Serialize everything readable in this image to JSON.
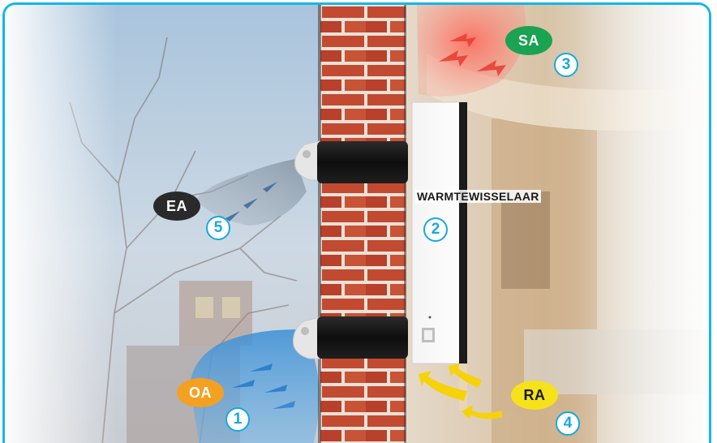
{
  "unit_label": "WARMTEWISSELAAR",
  "streams": [
    {
      "code": "OA",
      "number": "1",
      "color": "#f4a023",
      "text_color": "#ffffff"
    },
    {
      "code": "SA",
      "number": "3",
      "color": "#1aa352",
      "text_color": "#ffffff"
    },
    {
      "code": "RA",
      "number": "4",
      "color": "#f5e21a",
      "text_color": "#1a1a1a"
    },
    {
      "code": "EA",
      "number": "5",
      "color": "#2a2a2a",
      "text_color": "#ffffff"
    }
  ],
  "unit_number": "2",
  "colors": {
    "frame": "#15b6e6",
    "number_ring": "#16a9e0",
    "brick": "#c0472f",
    "mortar": "#e9e2d8",
    "supply_air": "#ee3a33",
    "outdoor_air": "#2f8fd6",
    "exhaust_air": "#4a6f8e",
    "return_air": "#f7d417"
  }
}
